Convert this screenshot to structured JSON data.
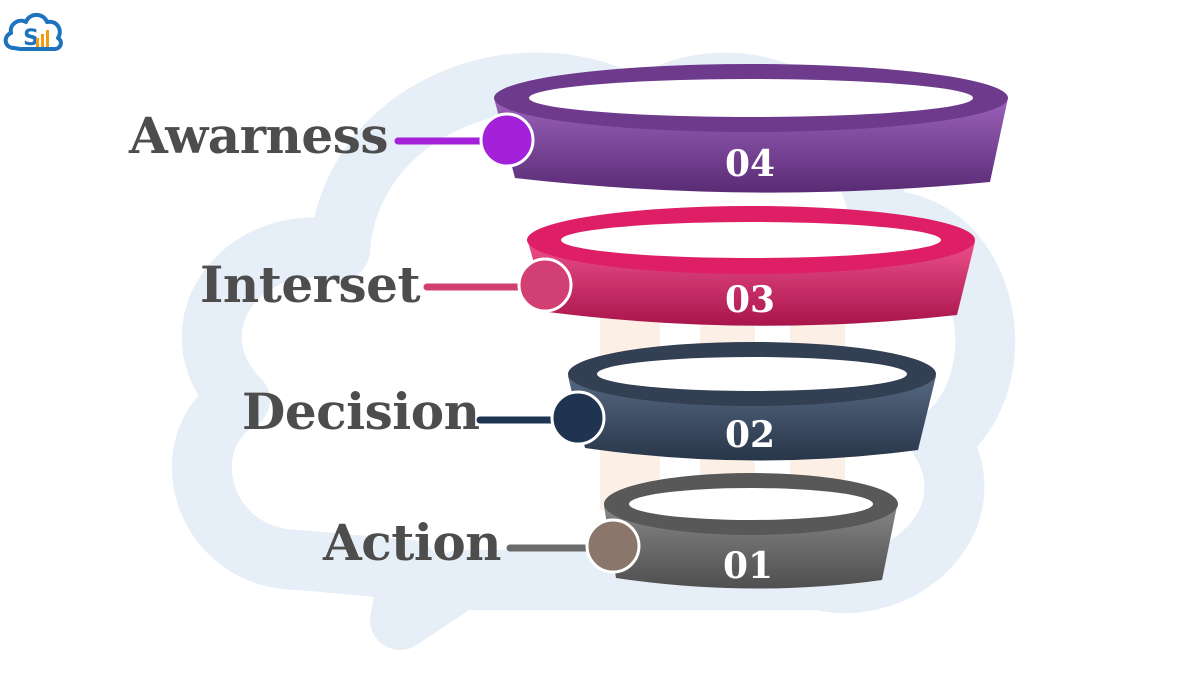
{
  "logo": {
    "name": "brand-logo",
    "monogram": "S"
  },
  "colors": {
    "watermark": "#e4edf6",
    "watermark_accent": "#fdeee2",
    "label": "#4d4d4d",
    "logo_blue": "#1e73be",
    "logo_orange": "#f39c12"
  },
  "funnel": {
    "stages": [
      {
        "key": "awareness",
        "label": "Awarness",
        "number": "04",
        "color": "#7b3f98",
        "dark": "#5a2b75",
        "light": "#9b62bb",
        "dot": "#a321d8"
      },
      {
        "key": "interest",
        "label": "Interset",
        "number": "03",
        "color": "#d81b60",
        "dark": "#a8154b",
        "light": "#ec4f8a",
        "dot": "#d23f73"
      },
      {
        "key": "decision",
        "label": "Decision",
        "number": "02",
        "color": "#3b4c64",
        "dark": "#283649",
        "light": "#566882",
        "dot": "#1f3450"
      },
      {
        "key": "action",
        "label": "Action",
        "number": "01",
        "color": "#6b6b6b",
        "dark": "#4f4f4f",
        "light": "#858585",
        "dot": "#8a766a"
      }
    ]
  }
}
